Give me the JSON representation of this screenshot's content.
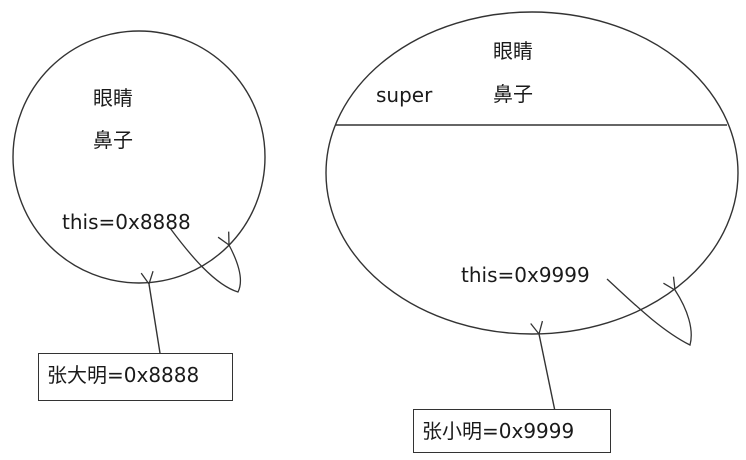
{
  "diagram": {
    "object_a": {
      "fields": [
        "眼睛",
        "鼻子"
      ],
      "this_label": "this=0x8888",
      "reference_label": "张大明=0x8888"
    },
    "object_b": {
      "super_label": "super",
      "fields": [
        "眼睛",
        "鼻子"
      ],
      "this_label": "this=0x9999",
      "reference_label": "张小明=0x9999"
    },
    "stroke_color": "#333333",
    "text_color": "#1a1a1a"
  }
}
